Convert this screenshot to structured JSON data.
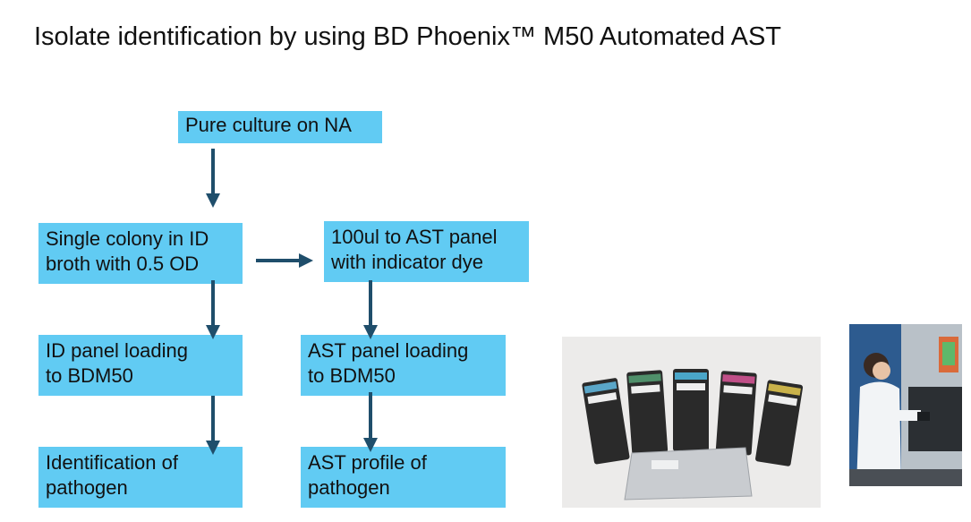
{
  "title": "Isolate identification by using BD Phoenix™ M50 Automated AST",
  "boxes": {
    "pure_culture": [
      "Pure culture on NA"
    ],
    "single_colony": [
      "Single colony in ID",
      "broth with 0.5 OD"
    ],
    "ast_panel_dye": [
      "100ul to AST panel",
      "with indicator dye"
    ],
    "id_panel_loading": [
      "ID panel loading",
      "to BDM50"
    ],
    "ast_panel_loading": [
      "AST panel loading",
      "to BDM50"
    ],
    "identification": [
      "Identification of",
      "pathogen"
    ],
    "ast_profile": [
      "AST profile of",
      "pathogen"
    ]
  },
  "colors": {
    "box_fill": "#61cbf3",
    "arrow": "#1f4e6b"
  }
}
